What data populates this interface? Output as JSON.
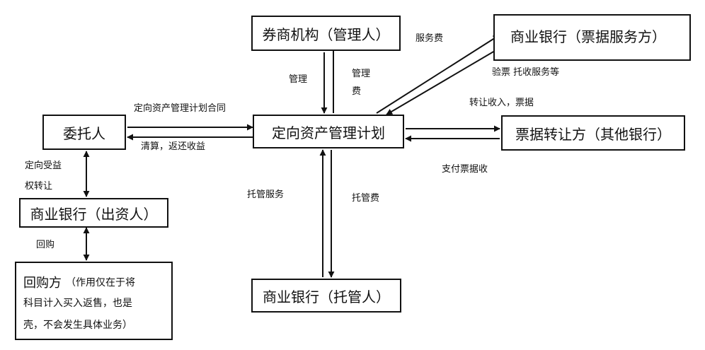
{
  "nodes": {
    "broker": "券商机构（管理人）",
    "bank_service": "商业银行（票据服务方）",
    "client": "委托人",
    "plan": "定向资产管理计划",
    "transferor": "票据转让方（其他银行）",
    "bank_investor": "商业银行（出资人）",
    "repurchaser_title": "回购方",
    "repurchaser_note_1": "（作用仅在于将",
    "repurchaser_note_2": "科目计入买入返售，也是",
    "repurchaser_note_3": "壳，不会发生具体业务）",
    "bank_custodian": "商业银行（托管人）"
  },
  "labels": {
    "management": "管理",
    "management_fee_1": "管理",
    "management_fee_2": "费",
    "service_fee": "服务费",
    "inspection": "验票 托收服务等",
    "transfer_income": "转让收入，票据",
    "pay_bill": "支付票据收",
    "contract": "定向资产管理计划合同",
    "settlement": "清算，返还收益",
    "beneficial_1": "定向受益",
    "beneficial_2": "权转让",
    "repurchase": "回购",
    "custody_service": "托管服务",
    "custody_fee": "托管费"
  },
  "colors": {
    "line": "#111111",
    "text": "#111111",
    "background": "#ffffff"
  }
}
